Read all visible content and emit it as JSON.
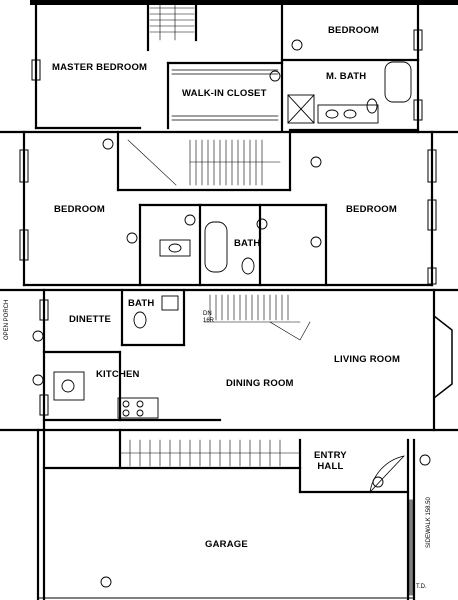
{
  "rooms": {
    "bedroom_top": "BEDROOM",
    "master_bedroom": "MASTER BEDROOM",
    "m_bath": "M. BATH",
    "walk_in_closet": "WALK-IN CLOSET",
    "bedroom_left": "BEDROOM",
    "bedroom_right": "BEDROOM",
    "bath_middle": "BATH",
    "bath_lower": "BATH",
    "dinette": "DINETTE",
    "living_room": "LIVING ROOM",
    "kitchen": "KITCHEN",
    "dining_room": "DINING ROOM",
    "entry_hall_line1": "ENTRY",
    "entry_hall_line2": "HALL",
    "garage": "GARAGE"
  },
  "annotations": {
    "open_porch": "OPEN PORCH",
    "sidewalk": "SIDEWALK",
    "sidewalk_elev": "158.50",
    "dn_label": "DN",
    "dn_value": "16R",
    "td_label": "T.D."
  }
}
